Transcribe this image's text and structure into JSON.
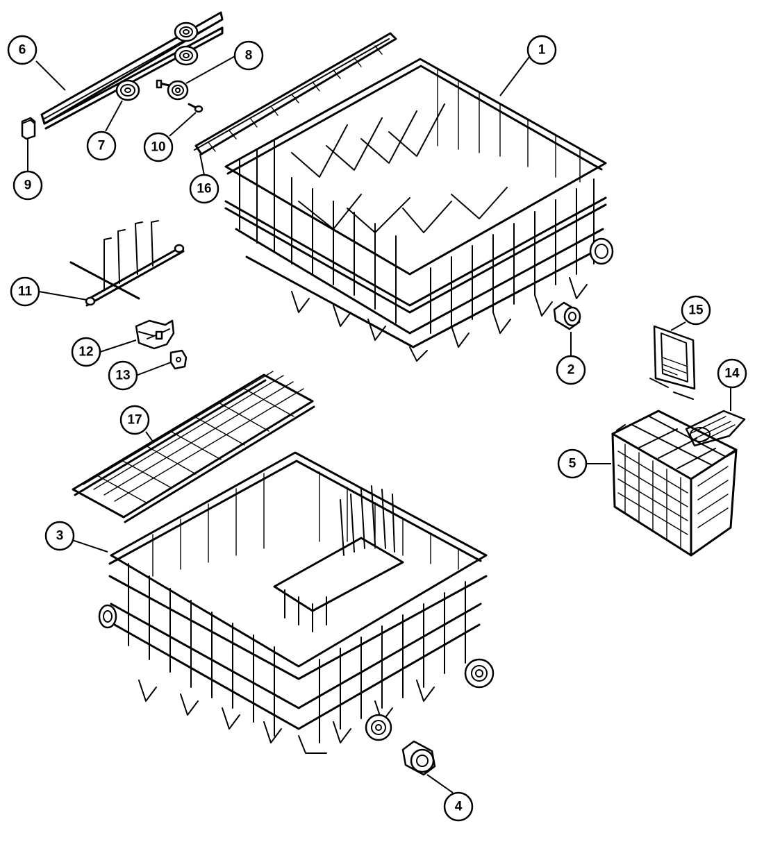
{
  "callouts": [
    {
      "id": "c1",
      "label": "1"
    },
    {
      "id": "c2",
      "label": "2"
    },
    {
      "id": "c3",
      "label": "3"
    },
    {
      "id": "c4",
      "label": "4"
    },
    {
      "id": "c5",
      "label": "5"
    },
    {
      "id": "c6",
      "label": "6"
    },
    {
      "id": "c7",
      "label": "7"
    },
    {
      "id": "c8",
      "label": "8"
    },
    {
      "id": "c9",
      "label": "9"
    },
    {
      "id": "c10",
      "label": "10"
    },
    {
      "id": "c11",
      "label": "11"
    },
    {
      "id": "c12",
      "label": "12"
    },
    {
      "id": "c13",
      "label": "13"
    },
    {
      "id": "c14",
      "label": "14"
    },
    {
      "id": "c15",
      "label": "15"
    },
    {
      "id": "c16",
      "label": "16"
    },
    {
      "id": "c17",
      "label": "17"
    }
  ],
  "colors": {
    "line": "#000000",
    "background": "#ffffff"
  }
}
